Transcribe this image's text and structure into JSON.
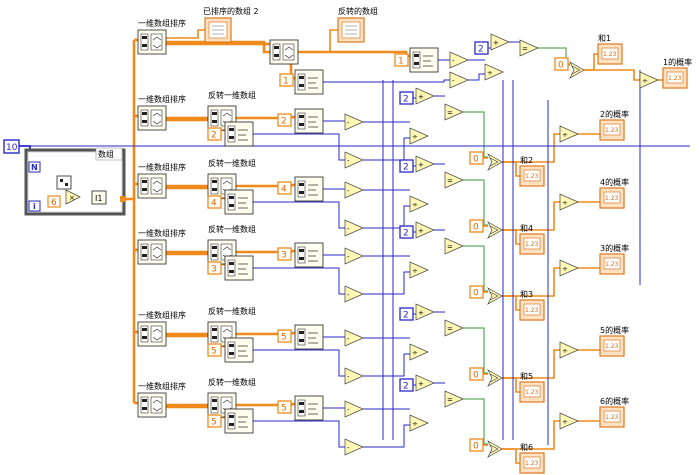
{
  "diagram": {
    "count_constant": "10",
    "loop_count_terminal": "N",
    "loop_iteration_terminal": "i",
    "random_multiplier": "6",
    "array_label": "数组",
    "sorted_array_label": "已排序的数组 2",
    "reversed_array_label": "反转的数组",
    "sort_1d_label": "一维数组排序",
    "reverse_1d_label": "反转一维数组",
    "indicator_text": "1.23",
    "rows": [
      {
        "key_const": "1",
        "cmp_const": "2",
        "zero_const": "0",
        "sum_label": "和1",
        "prob_label": "1的概率"
      },
      {
        "key_const": "2",
        "cmp_const": "2",
        "zero_const": "0",
        "sum_label": "和2",
        "prob_label": "2的概率"
      },
      {
        "key_const": "4",
        "cmp_const": "2",
        "zero_const": "0",
        "sum_label": "和4",
        "prob_label": "4的概率"
      },
      {
        "key_const": "3",
        "cmp_const": "2",
        "zero_const": "0",
        "sum_label": "和3",
        "prob_label": "3的概率"
      },
      {
        "key_const": "5",
        "cmp_const": "2",
        "zero_const": "0",
        "sum_label": "和5",
        "prob_label": "5的概率"
      },
      {
        "key_const": "5",
        "cmp_const": "2",
        "zero_const": "0",
        "sum_label": "和6",
        "prob_label": "6的概率"
      }
    ],
    "colors": {
      "numeric_wire": "#f08a1c",
      "integer_wire": "#2828c8",
      "boolean_wire": "#3a9a3a",
      "primitive_fill": "#fff8b4",
      "indicator_fill": "#fde2c4"
    }
  }
}
